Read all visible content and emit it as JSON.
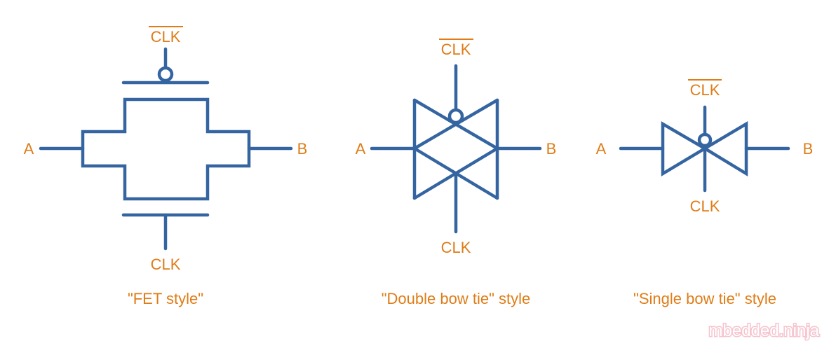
{
  "colors": {
    "wire": "#3565a1",
    "label": "#df7c16"
  },
  "fet_style": {
    "caption": "\"FET style\"",
    "input": "A",
    "output": "B",
    "clk_bar": "CLK",
    "clk": "CLK"
  },
  "double_bow_tie": {
    "caption": "\"Double bow tie\" style",
    "input": "A",
    "output": "B",
    "clk_bar": "CLK",
    "clk": "CLK"
  },
  "single_bow_tie": {
    "caption": "\"Single bow tie\" style",
    "input": "A",
    "output": "B",
    "clk_bar": "CLK",
    "clk": "CLK"
  },
  "watermark": "mbedded.ninja"
}
